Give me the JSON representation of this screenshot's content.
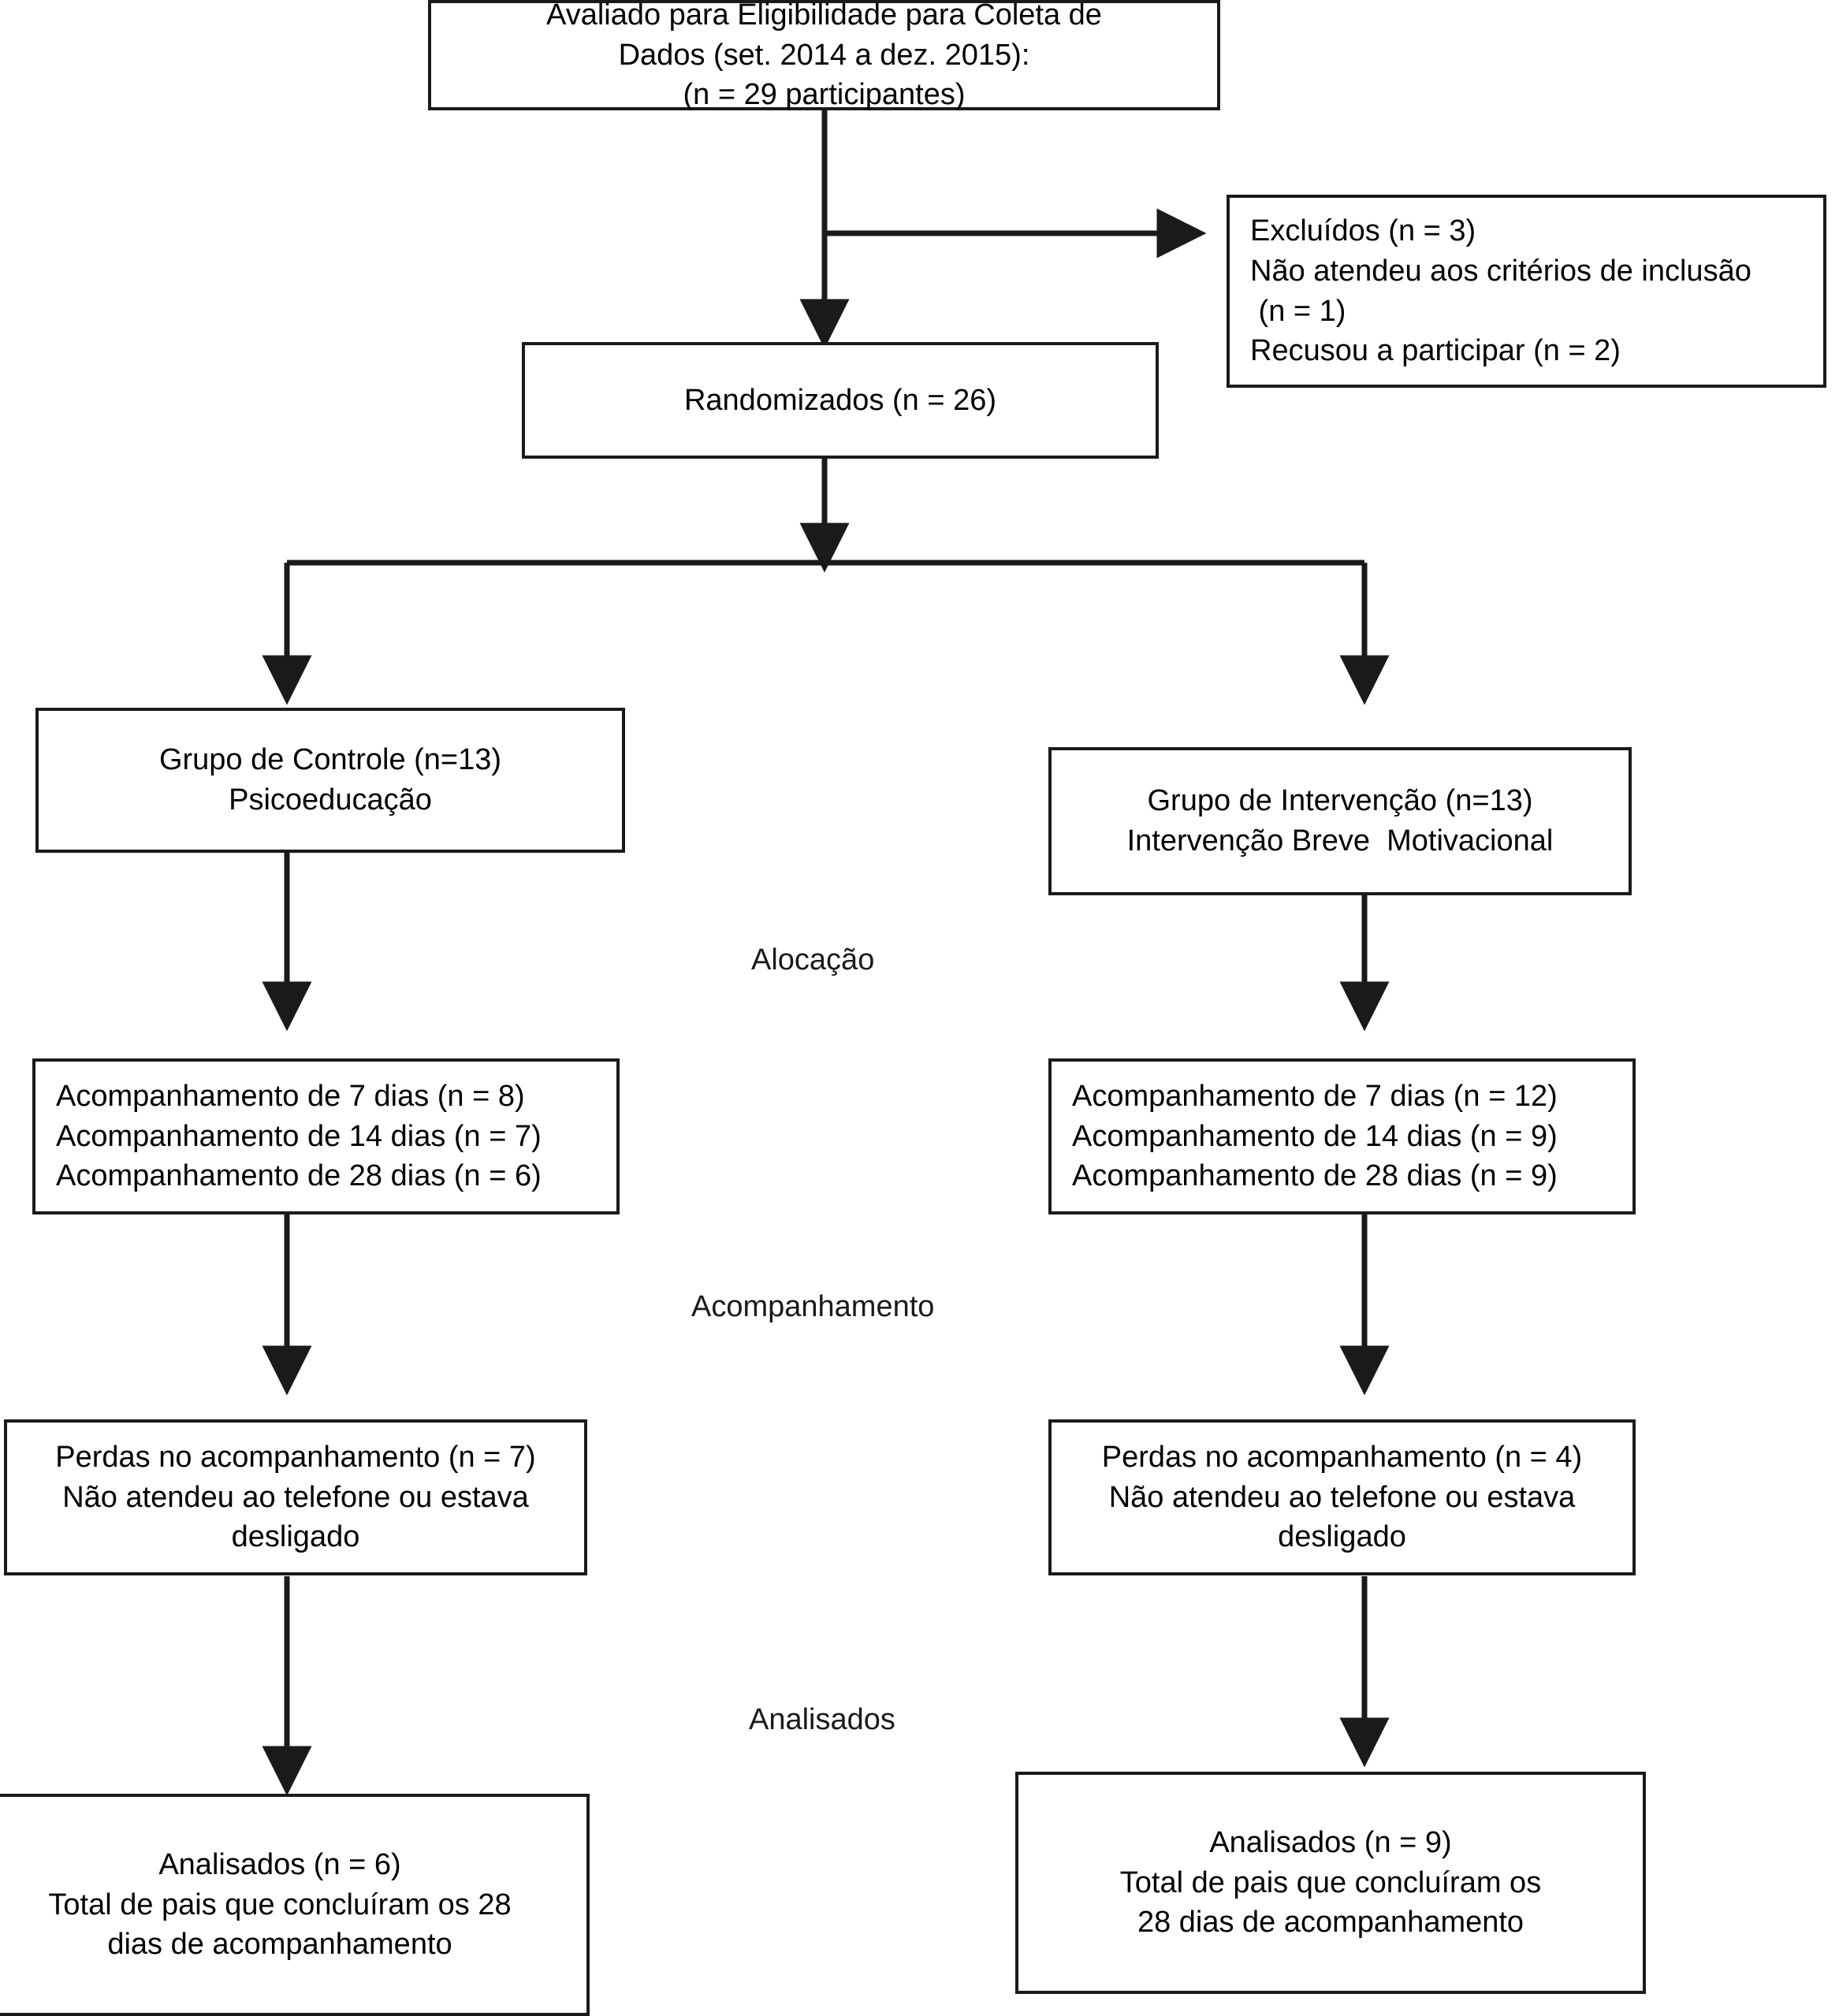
{
  "figure": {
    "type": "consort-flow-diagram",
    "language": "pt-BR"
  },
  "nodes": {
    "enrollment": {
      "lines": [
        "Avaliado para Eligibilidade para Coleta de",
        "Dados (set. 2014 a dez. 2015):",
        "(n = 29 participantes)"
      ],
      "n": 29
    },
    "excluded": {
      "lines": [
        "Excluídos (n = 3)",
        "Não atendeu aos critérios de inclusão",
        " (n = 1)",
        "Recusou a participar (n = 2)"
      ],
      "n": 3,
      "not_meeting_criteria": 1,
      "declined": 2
    },
    "randomized": {
      "lines": [
        "Randomizados (n = 26)"
      ],
      "n": 26
    },
    "control_group": {
      "lines": [
        "Grupo de Controle (n=13)",
        "Psicoeducação"
      ],
      "n": 13
    },
    "intervention_group": {
      "lines": [
        "Grupo de Intervenção (n=13)",
        "Intervenção Breve  Motivacional"
      ],
      "n": 13
    },
    "control_followup": {
      "lines": [
        "Acompanhamento de 7 dias (n = 8)",
        "Acompanhamento de 14 dias (n = 7)",
        "Acompanhamento de 28 dias (n = 6)"
      ],
      "day7": 8,
      "day14": 7,
      "day28": 6
    },
    "intervention_followup": {
      "lines": [
        "Acompanhamento de 7 dias (n = 12)",
        "Acompanhamento de 14 dias (n = 9)",
        "Acompanhamento de 28 dias (n = 9)"
      ],
      "day7": 12,
      "day14": 9,
      "day28": 9
    },
    "control_losses": {
      "lines": [
        "Perdas no acompanhamento (n = 7)",
        "Não atendeu ao telefone ou estava",
        "desligado"
      ],
      "n": 7
    },
    "intervention_losses": {
      "lines": [
        "Perdas no acompanhamento (n = 4)",
        "Não atendeu ao telefone ou estava",
        "desligado"
      ],
      "n": 4
    },
    "control_analyzed": {
      "lines": [
        "Analisados (n = 6)",
        "Total de pais que concluíram os 28",
        "dias de acompanhamento"
      ],
      "n": 6
    },
    "intervention_analyzed": {
      "lines": [
        "Analisados (n = 9)",
        "Total de pais que concluíram os",
        "28 dias de acompanhamento"
      ],
      "n": 9
    }
  },
  "stage_labels": {
    "allocation": "Alocação",
    "followup": "Acompanhamento",
    "analysis": "Analisados"
  },
  "colors": {
    "stroke": "#1a1a1a",
    "text": "#000000",
    "background": "#ffffff"
  }
}
